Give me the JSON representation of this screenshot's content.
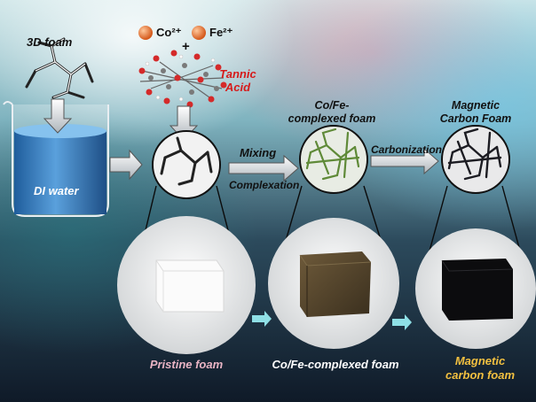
{
  "labels": {
    "foam_3d": "3D foam",
    "co_ion": "Co²⁺",
    "fe_ion": "Fe²⁺",
    "plus": "+",
    "tannic_acid": "Tannic Acid",
    "di_water": "DI water",
    "mixing": "Mixing",
    "complexation": "Complexation",
    "complexed_foam_top": "Co/Fe-complexed foam",
    "carbonization": "Carbonization",
    "magnetic_carbon_foam_top": "Magnetic Carbon Foam",
    "pristine_foam": "Pristine foam",
    "complexed_foam_bottom": "Co/Fe-complexed foam",
    "magnetic_carbon_foam_bottom": "Magnetic carbon foam"
  },
  "colors": {
    "tannic_acid_text": "#d61a1a",
    "pristine_label": "#e8b4c4",
    "complexed_label": "#ffffff",
    "magnetic_label": "#f2c040",
    "ion_orange": "#e8762b",
    "water_blue": "#2f74b8",
    "complexed_foam_green": "#6a8a3a"
  }
}
